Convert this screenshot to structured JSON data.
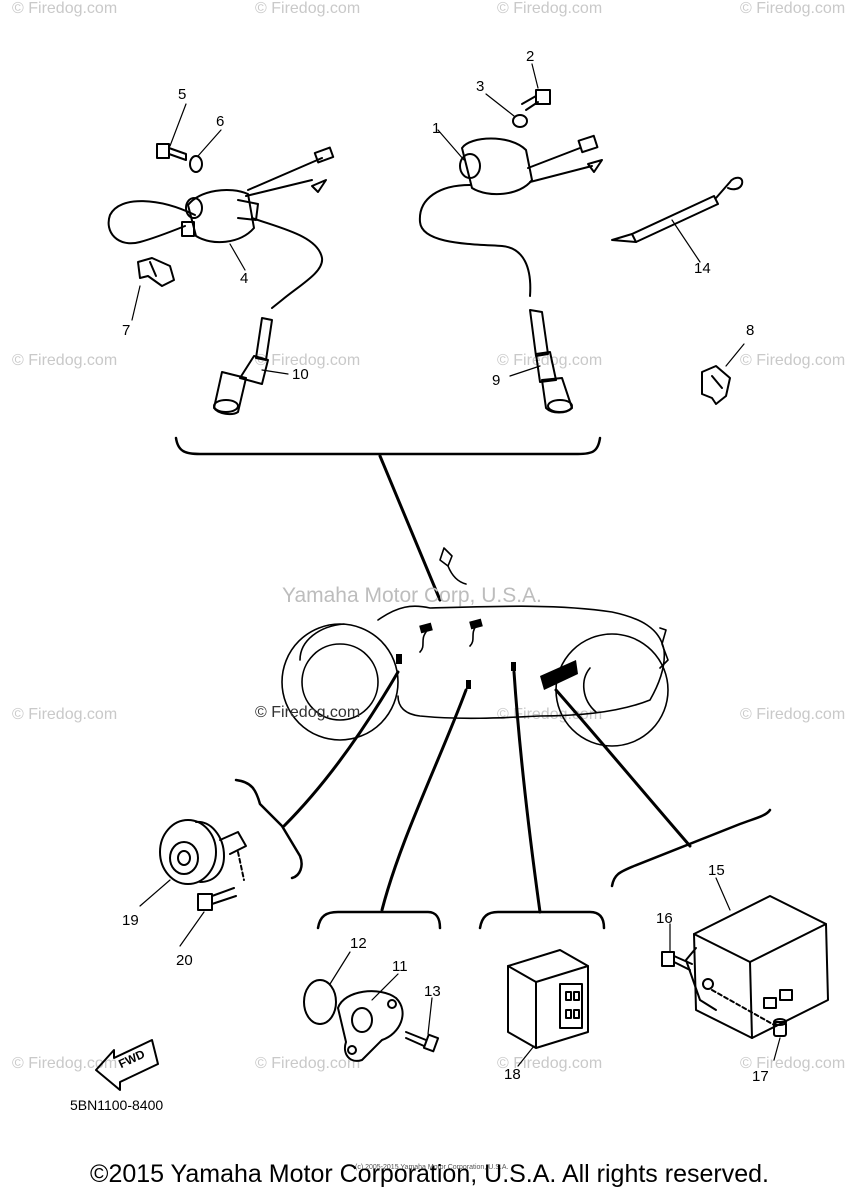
{
  "watermarks": {
    "brand": "© Firedog.com",
    "center": "Yamaha Motor Corp, U.S.A."
  },
  "callouts": {
    "n1": "1",
    "n2": "2",
    "n3": "3",
    "n4": "4",
    "n5": "5",
    "n6": "6",
    "n7": "7",
    "n8": "8",
    "n9": "9",
    "n10": "10",
    "n11": "11",
    "n12": "12",
    "n13": "13",
    "n14": "14",
    "n15": "15",
    "n16": "16",
    "n17": "17",
    "n18": "18",
    "n19": "19",
    "n20": "20"
  },
  "fwd_label": "FWD",
  "diagram_code": "5BN1100-8400",
  "tiny_notice": "(c) 2005-2015 Yamaha Motor Corporation, U.S.A.",
  "copyright": "©2015 Yamaha Motor Corporation, U.S.A. All rights reserved."
}
